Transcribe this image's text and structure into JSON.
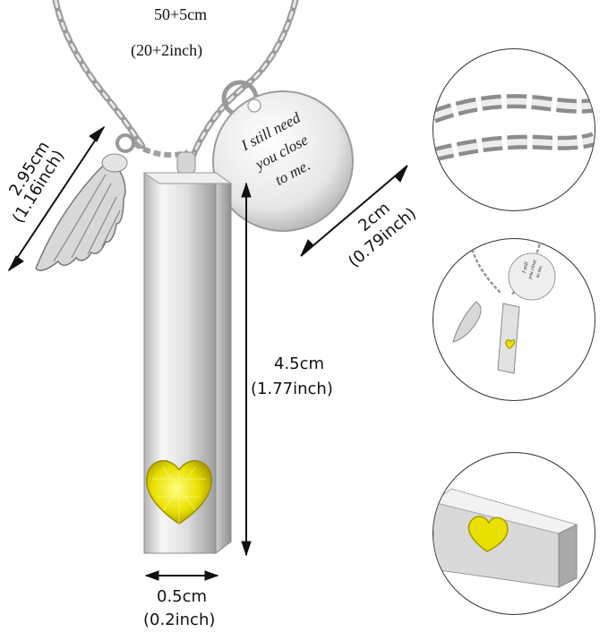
{
  "labels": {
    "chain_length": "50+5cm",
    "chain_length_inch": "(20+2inch)",
    "wing_size": "2.95cm",
    "wing_size_inch": "(1.16inch)",
    "disc_size": "2cm",
    "disc_size_inch": "(0.79inch)",
    "bar_length": "4.5cm",
    "bar_length_inch": "(1.77inch)",
    "bar_width": "0.5cm",
    "bar_width_inch": "(0.2inch)"
  },
  "disc_engraving": {
    "line1": "I still need",
    "line2": "you close",
    "line3": "to me."
  },
  "thumb_engraving": {
    "line1": "I still",
    "line2": "you close",
    "line3": "to me."
  },
  "colors": {
    "silver_light": "#f2f2f2",
    "silver_mid": "#c9c9c9",
    "silver_dark": "#8a8a8a",
    "gem_yellow": "#e8e000",
    "gem_dark": "#b8a800"
  },
  "icons": [
    "chain-image",
    "angel-wing-charm",
    "engraved-disc",
    "bar-pendant",
    "heart-gem",
    "detail-circle"
  ]
}
